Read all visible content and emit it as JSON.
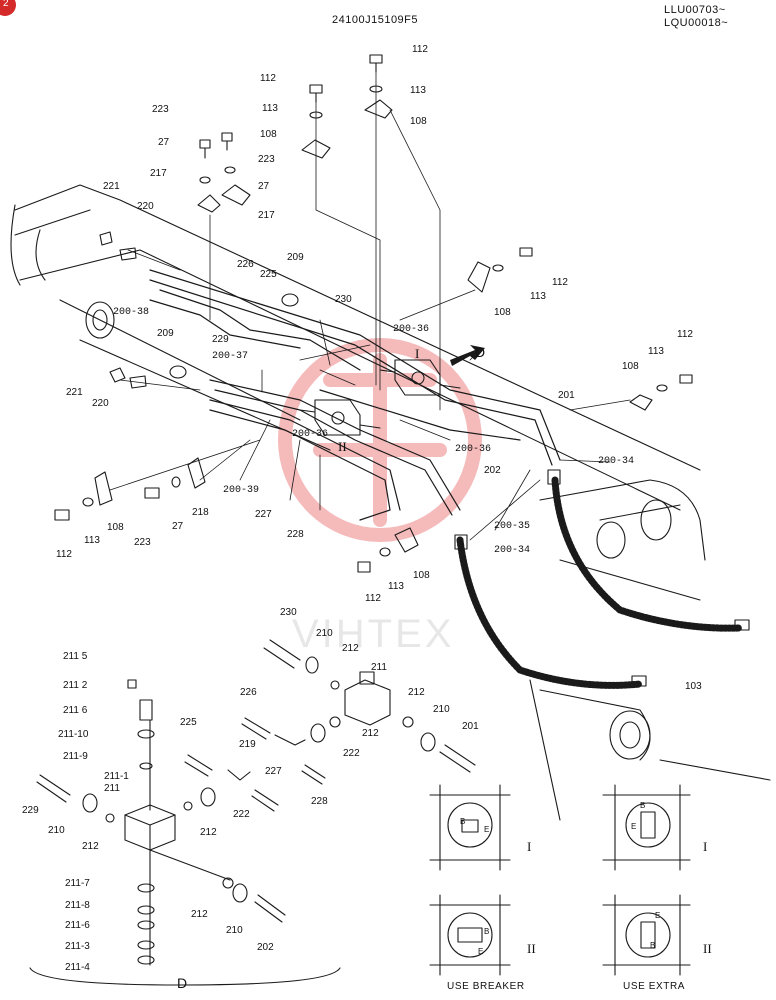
{
  "header": {
    "part_code": "24100J15109F5",
    "serial_1": "LLU00703~",
    "serial_2": "LQU00018~",
    "page_badge": "2"
  },
  "watermark": {
    "text": "VIHTEX",
    "logo_color": "#e23a3a"
  },
  "callouts": [
    {
      "id": "c112a",
      "text": "112"
    },
    {
      "id": "c113a",
      "text": "113"
    },
    {
      "id": "c108a",
      "text": "108"
    },
    {
      "id": "c112b",
      "text": "112"
    },
    {
      "id": "c113b",
      "text": "113"
    },
    {
      "id": "c108b",
      "text": "108"
    },
    {
      "id": "c223a",
      "text": "223"
    },
    {
      "id": "c27a",
      "text": "27"
    },
    {
      "id": "c223b",
      "text": "223"
    },
    {
      "id": "c27b",
      "text": "27"
    },
    {
      "id": "c217a",
      "text": "217"
    },
    {
      "id": "c217b",
      "text": "217"
    },
    {
      "id": "c221a",
      "text": "221"
    },
    {
      "id": "c220a",
      "text": "220"
    },
    {
      "id": "c226",
      "text": "226"
    },
    {
      "id": "c225",
      "text": "225"
    },
    {
      "id": "c209a",
      "text": "209"
    },
    {
      "id": "c230a",
      "text": "230"
    },
    {
      "id": "c112c",
      "text": "112"
    },
    {
      "id": "c113c",
      "text": "113"
    },
    {
      "id": "c108c",
      "text": "108"
    },
    {
      "id": "c200_38",
      "text": "200-38"
    },
    {
      "id": "c200_36a",
      "text": "200-36"
    },
    {
      "id": "cD1",
      "text": "D"
    },
    {
      "id": "c209b",
      "text": "209"
    },
    {
      "id": "c229a",
      "text": "229"
    },
    {
      "id": "c200_37",
      "text": "200-37"
    },
    {
      "id": "c221b",
      "text": "221"
    },
    {
      "id": "c220b",
      "text": "220"
    },
    {
      "id": "c108d",
      "text": "108"
    },
    {
      "id": "c113d",
      "text": "113"
    },
    {
      "id": "c112d",
      "text": "112"
    },
    {
      "id": "c201a",
      "text": "201"
    },
    {
      "id": "c200_36b",
      "text": "200-36"
    },
    {
      "id": "c200_36c",
      "text": "200-36"
    },
    {
      "id": "c200_34a",
      "text": "200-34"
    },
    {
      "id": "c202a",
      "text": "202"
    },
    {
      "id": "c200_39",
      "text": "200-39"
    },
    {
      "id": "c227a",
      "text": "227"
    },
    {
      "id": "c228a",
      "text": "228"
    },
    {
      "id": "c200_35",
      "text": "200-35"
    },
    {
      "id": "c200_34b",
      "text": "200-34"
    },
    {
      "id": "c108e",
      "text": "108"
    },
    {
      "id": "c113e",
      "text": "113"
    },
    {
      "id": "c112e",
      "text": "112"
    },
    {
      "id": "c112f",
      "text": "112"
    },
    {
      "id": "c113f",
      "text": "113"
    },
    {
      "id": "c108f",
      "text": "108"
    },
    {
      "id": "c223c",
      "text": "223"
    },
    {
      "id": "c27c",
      "text": "27"
    },
    {
      "id": "c218",
      "text": "218"
    },
    {
      "id": "c103",
      "text": "103"
    },
    {
      "id": "c230b",
      "text": "230"
    },
    {
      "id": "c210a",
      "text": "210"
    },
    {
      "id": "c212a",
      "text": "212"
    },
    {
      "id": "c211a",
      "text": "211"
    },
    {
      "id": "c212b",
      "text": "212"
    },
    {
      "id": "c210b",
      "text": "210"
    },
    {
      "id": "c201b",
      "text": "201"
    },
    {
      "id": "c212c",
      "text": "212"
    },
    {
      "id": "c222a",
      "text": "222"
    },
    {
      "id": "c226b",
      "text": "226"
    },
    {
      "id": "c225b",
      "text": "225"
    },
    {
      "id": "c219",
      "text": "219"
    },
    {
      "id": "c227b",
      "text": "227"
    },
    {
      "id": "c228b",
      "text": "228"
    },
    {
      "id": "c222b",
      "text": "222"
    },
    {
      "id": "c211_5",
      "text": "211 5"
    },
    {
      "id": "c211_2",
      "text": "211 2"
    },
    {
      "id": "c211_6a",
      "text": "211 6"
    },
    {
      "id": "c211_10",
      "text": "211-10"
    },
    {
      "id": "c211_9",
      "text": "211-9"
    },
    {
      "id": "c211_1",
      "text": "211-1"
    },
    {
      "id": "c211b",
      "text": "211"
    },
    {
      "id": "c229b",
      "text": "229"
    },
    {
      "id": "c210c",
      "text": "210"
    },
    {
      "id": "c212d",
      "text": "212"
    },
    {
      "id": "c212e",
      "text": "212"
    },
    {
      "id": "c211_7",
      "text": "211-7"
    },
    {
      "id": "c212f",
      "text": "212"
    },
    {
      "id": "c211_8",
      "text": "211-8"
    },
    {
      "id": "c211_6b",
      "text": "211-6"
    },
    {
      "id": "c210d",
      "text": "210"
    },
    {
      "id": "c211_3",
      "text": "211-3"
    },
    {
      "id": "c202b",
      "text": "202"
    },
    {
      "id": "c211_4",
      "text": "211-4"
    },
    {
      "id": "cD2",
      "text": "D"
    }
  ],
  "roman_marks": [
    {
      "id": "r1",
      "text": "I"
    },
    {
      "id": "r2",
      "text": "II"
    },
    {
      "id": "r3",
      "text": "I"
    },
    {
      "id": "r4",
      "text": "I"
    },
    {
      "id": "r5",
      "text": "II"
    },
    {
      "id": "r6",
      "text": "II"
    }
  ],
  "valve_letters": {
    "b": "B",
    "e": "E"
  },
  "captions": {
    "breaker": "USE BREAKER",
    "extra": "USE EXTRA"
  }
}
